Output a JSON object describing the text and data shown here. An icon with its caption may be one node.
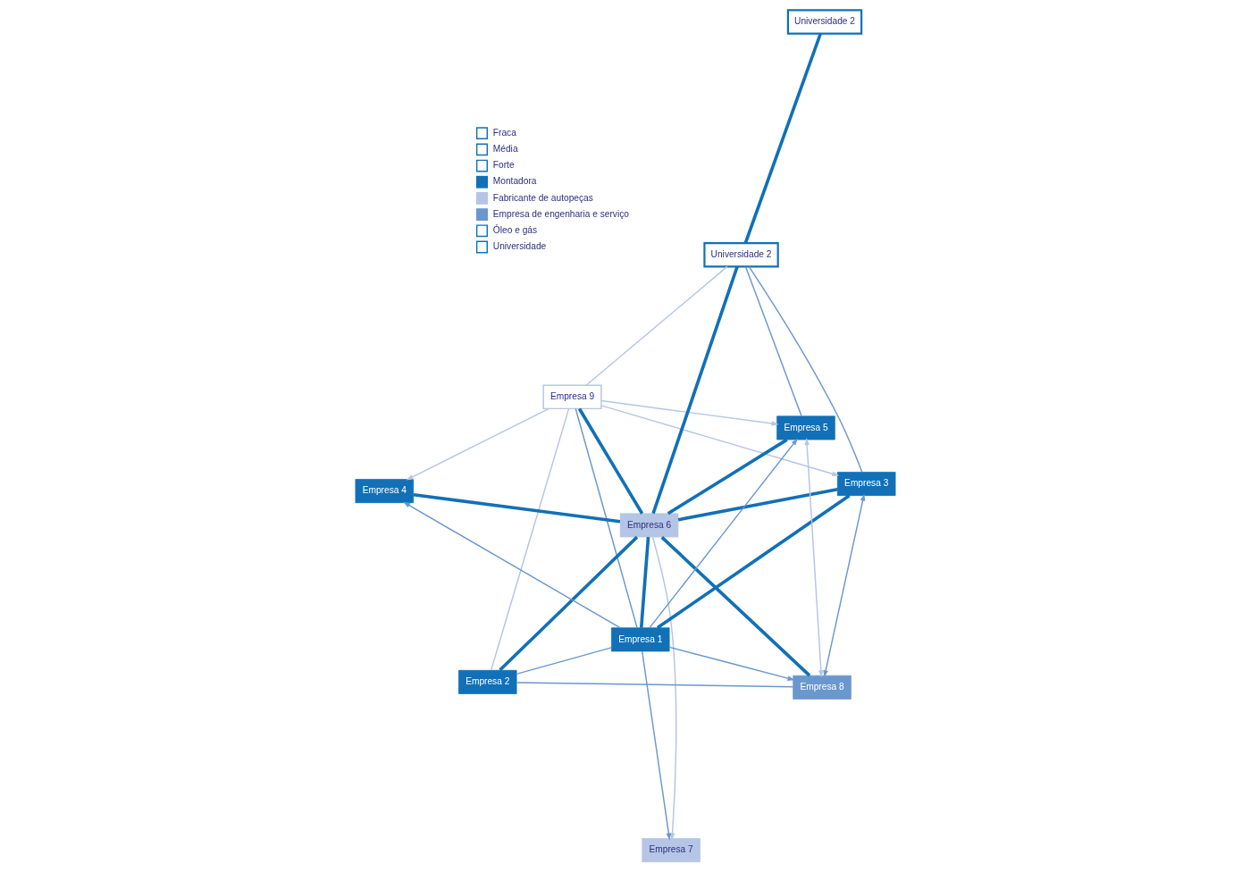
{
  "diagram": {
    "nodes": [
      {
        "text": [
          "Empresa 4"
        ]
      },
      {
        "text": [
          "Empresa 7"
        ]
      },
      {
        "text": [
          "Empresa 9"
        ]
      },
      {
        "text": [
          "Universidade 2"
        ]
      },
      {
        "text": [
          "Universidade 2"
        ]
      },
      {
        "text": [
          "Empresa 6"
        ]
      },
      {
        "text": [
          "Empresa 1"
        ]
      },
      {
        "text": [
          "Empresa 5"
        ]
      },
      {
        "text": [
          "Empresa 2"
        ]
      },
      {
        "text": [
          "Empresa 3"
        ]
      },
      {
        "text": [
          "Empresa 8"
        ]
      }
    ],
    "edges": [
      {
        "from": 2,
        "to": 0,
        "arrow": "to",
        "color": "#b5c5e6"
      },
      {
        "from": 5,
        "to": 0,
        "arrow": "none",
        "style": "thick",
        "color": "#1170b8"
      },
      {
        "from": 6,
        "to": 0,
        "arrow": "to"
      },
      {
        "from": 5,
        "to": 1,
        "arrow": "to",
        "color": "#b5c5e6"
      },
      {
        "from": 6,
        "to": 1,
        "arrow": "to"
      },
      {
        "from": 2,
        "to": 3,
        "arrow": "none",
        "color": "#b5c5e6"
      },
      {
        "from": 2,
        "to": 6,
        "arrow": "none"
      },
      {
        "from": 2,
        "to": 5,
        "arrow": "none",
        "style": "thick",
        "color": "#1170b8"
      },
      {
        "from": 2,
        "to": 7,
        "arrow": "to",
        "color": "#b5c5e6"
      },
      {
        "from": 2,
        "to": 9,
        "arrow": "to",
        "color": "#b5c5e6"
      },
      {
        "from": 2,
        "to": 8,
        "arrow": "none",
        "color": "#b5c5e6"
      },
      {
        "from": 4,
        "to": 3,
        "arrow": "none",
        "style": "thick",
        "color": "#1170b8"
      },
      {
        "from": 3,
        "to": 5,
        "arrow": "none",
        "style": "thick",
        "color": "#1170b8"
      },
      {
        "from": 3,
        "to": 7,
        "arrow": "none"
      },
      {
        "from": 3,
        "to": 9,
        "arrow": "none"
      },
      {
        "from": 5,
        "to": 6,
        "arrow": "none",
        "style": "thick",
        "color": "#1170b8"
      },
      {
        "from": 5,
        "to": 7,
        "arrow": "none",
        "style": "thick",
        "color": "#1170b8"
      },
      {
        "from": 5,
        "to": 9,
        "arrow": "none",
        "style": "thick",
        "color": "#1170b8"
      },
      {
        "from": 5,
        "to": 10,
        "arrow": "none",
        "style": "thick",
        "color": "#1170b8"
      },
      {
        "from": 5,
        "to": 8,
        "arrow": "none",
        "style": "thick",
        "color": "#1170b8"
      },
      {
        "from": 6,
        "to": 7,
        "arrow": "to"
      },
      {
        "from": 6,
        "to": 9,
        "arrow": "none",
        "style": "thick",
        "color": "#1170b8"
      },
      {
        "from": 6,
        "to": 10,
        "arrow": "to"
      },
      {
        "from": 6,
        "to": 8,
        "arrow": "none"
      },
      {
        "from": 10,
        "to": 7,
        "arrow": "both",
        "color": "#b5c5e6"
      },
      {
        "from": 9,
        "to": 10,
        "arrow": "both"
      },
      {
        "from": 8,
        "to": 10,
        "arrow": "none"
      }
    ],
    "legend": [
      {
        "text": "Fraca"
      },
      {
        "text": "Média"
      },
      {
        "text": "Forte"
      },
      {
        "text": "Montadora",
        "color": "#1170b8"
      },
      {
        "text": "Fabricante de autopeças",
        "color": "#b5c5e6"
      },
      {
        "text": "Empresa de engenharia e serviço",
        "color": "#6b97cf"
      },
      {
        "text": "Óleo e gás"
      },
      {
        "text": "Universidade"
      }
    ]
  }
}
